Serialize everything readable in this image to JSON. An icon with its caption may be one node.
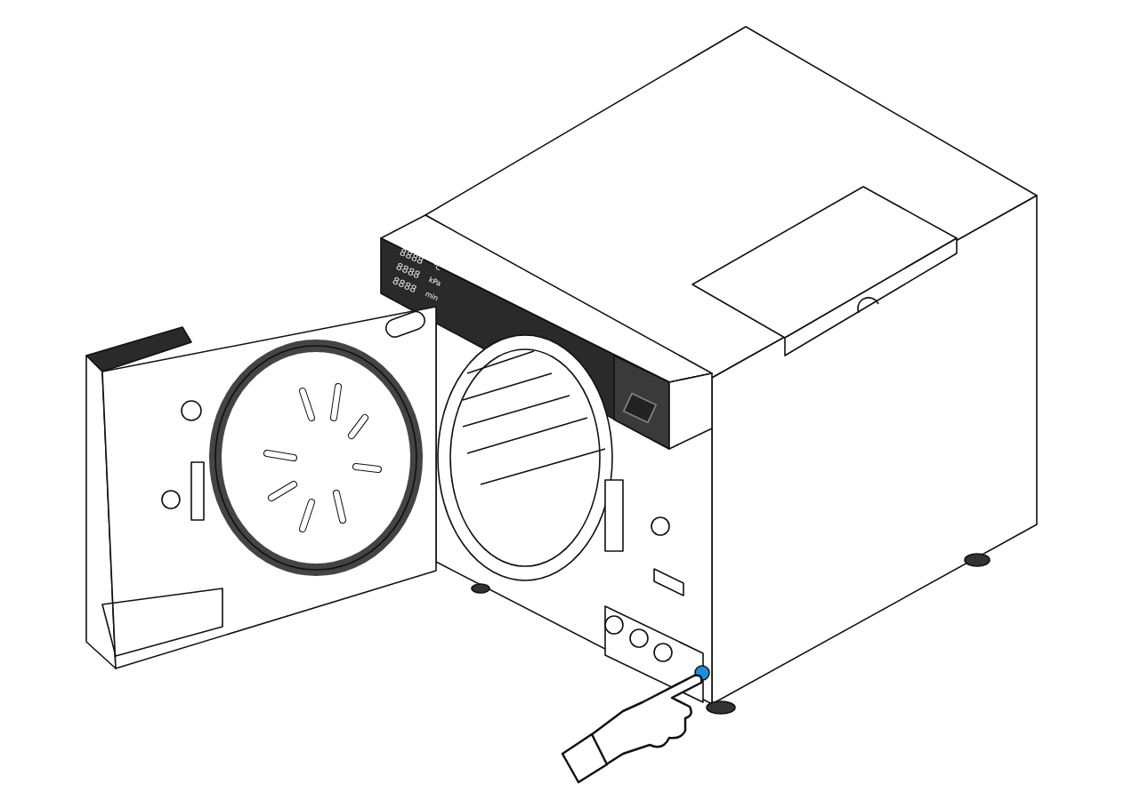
{
  "diagram": {
    "labels": [
      "8888",
      "°C",
      "8888",
      "kPa",
      "8888",
      "min"
    ]
  }
}
